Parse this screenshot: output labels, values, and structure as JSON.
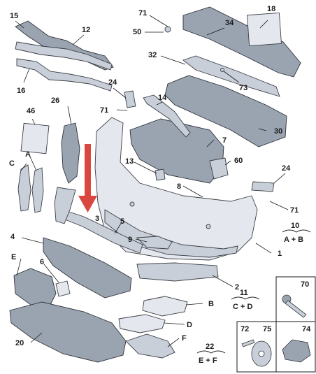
{
  "labels": {
    "p1": "1",
    "p2": "2",
    "p3": "3",
    "p4": "4",
    "p5": "5",
    "p6": "6",
    "p7": "7",
    "p8": "8",
    "p9": "9",
    "p10": "10",
    "p11": "11",
    "p12": "12",
    "p13": "13",
    "p14": "14",
    "p15": "15",
    "p16": "16",
    "p18": "18",
    "p20": "20",
    "p22": "22",
    "p24a": "24",
    "p24b": "24",
    "p26": "26",
    "p30": "30",
    "p32": "32",
    "p34": "34",
    "p46": "46",
    "p50": "50",
    "p60": "60",
    "p71a": "71",
    "p71b": "71",
    "p71c": "71",
    "p73": "73",
    "p70": "70",
    "p72": "72",
    "p75": "75",
    "p74": "74",
    "pA": "A",
    "pB": "B",
    "pC": "C",
    "pD": "D",
    "pE": "E",
    "pF": "F"
  },
  "kits": {
    "k10": "A + B",
    "k11": "C + D",
    "k22": "E + F"
  },
  "colors": {
    "arrow": "#d9473f",
    "part_fill": "#c9cfd9",
    "outline": "#3b3f46"
  }
}
